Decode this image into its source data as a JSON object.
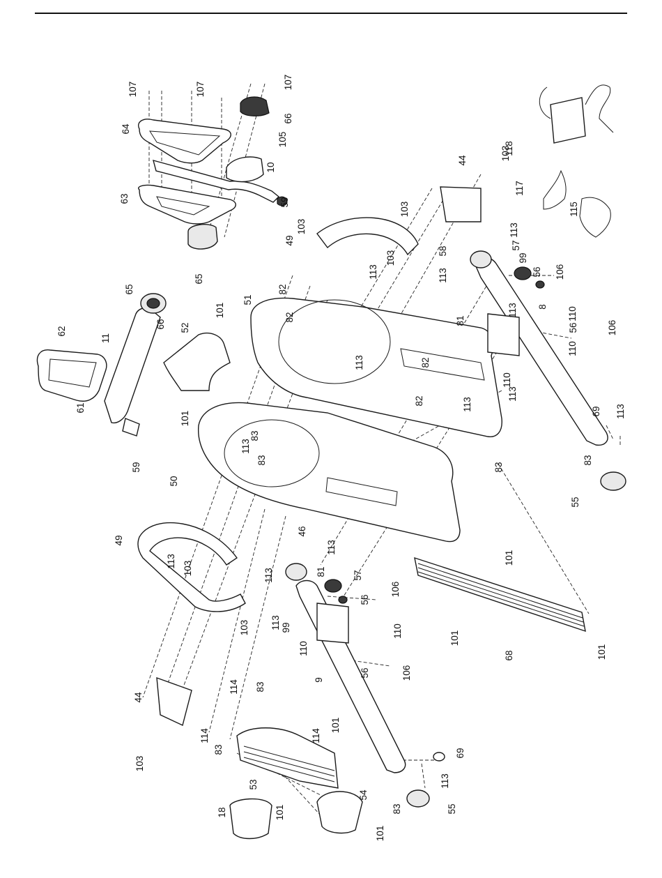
{
  "labels": [
    "107",
    "107",
    "107",
    "64",
    "66",
    "105",
    "10",
    "59",
    "63",
    "65",
    "118",
    "117",
    "115",
    "44",
    "103",
    "103",
    "103",
    "49",
    "113",
    "103",
    "113",
    "58",
    "113",
    "99",
    "57",
    "56",
    "106",
    "82",
    "51",
    "82",
    "81",
    "8",
    "113",
    "110",
    "56",
    "106",
    "110",
    "110",
    "62",
    "65",
    "11",
    "66",
    "52",
    "101",
    "61",
    "59",
    "101",
    "82",
    "113",
    "113",
    "82",
    "113",
    "69",
    "113",
    "83",
    "55",
    "50",
    "83",
    "83",
    "113",
    "83",
    "49",
    "113",
    "103",
    "113",
    "46",
    "113",
    "81",
    "57",
    "56",
    "106",
    "103",
    "113",
    "99",
    "110",
    "110",
    "101",
    "101",
    "68",
    "101",
    "9",
    "56",
    "106",
    "114",
    "83",
    "44",
    "114",
    "83",
    "101",
    "114",
    "103",
    "53",
    "69",
    "113",
    "54",
    "18",
    "101",
    "83",
    "55",
    "101"
  ]
}
